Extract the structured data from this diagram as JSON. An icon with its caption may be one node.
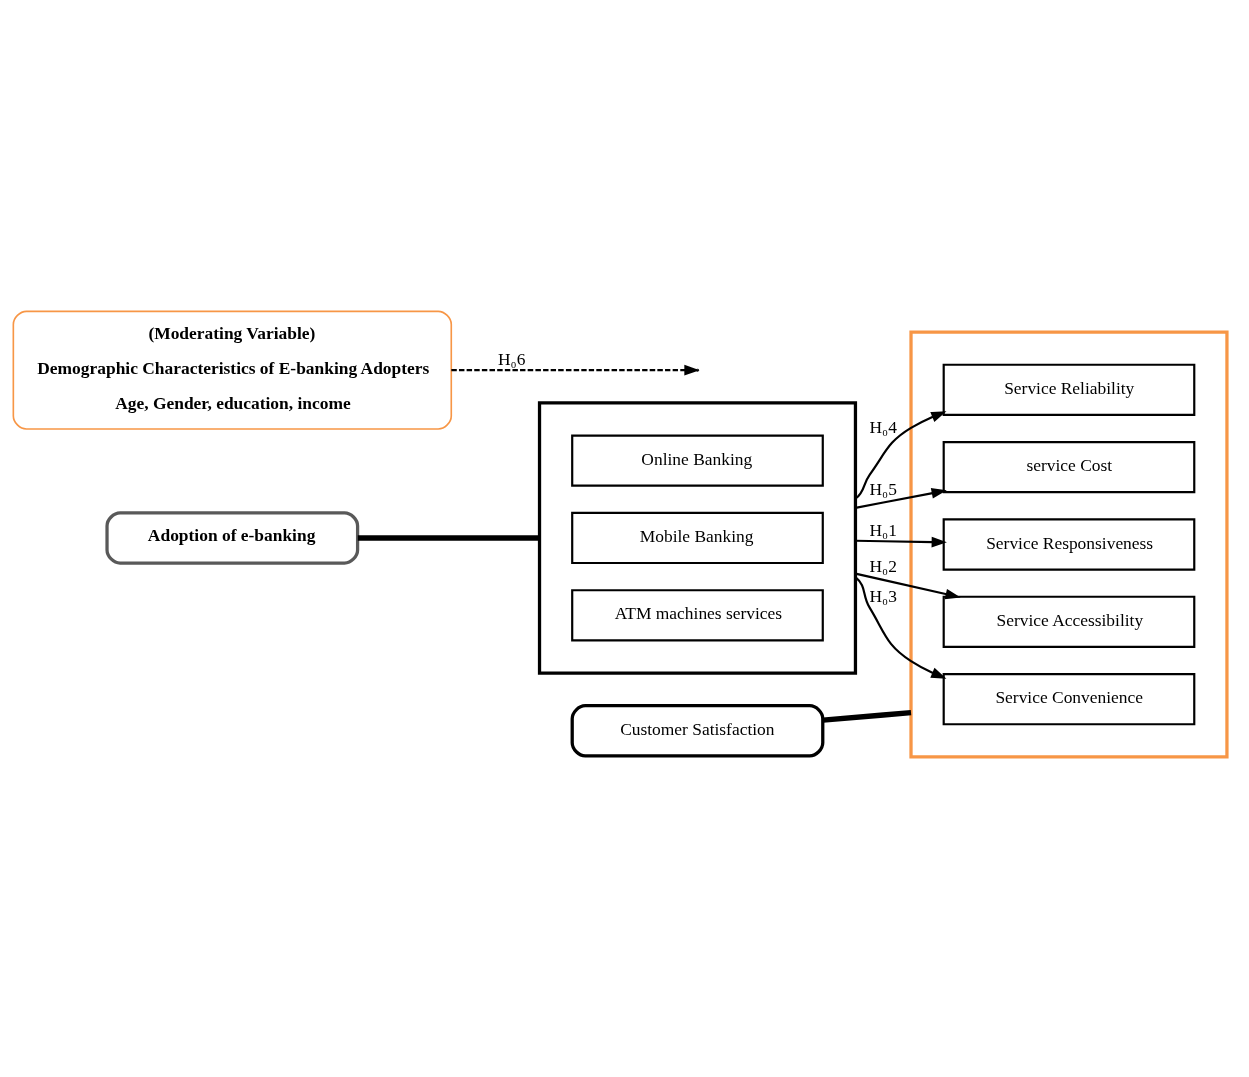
{
  "diagram": {
    "nodes": [
      {
        "text": [
          "Adoption of e-banking"
        ]
      },
      {
        "text": [
          "Customer Satisfaction"
        ]
      },
      {
        "text": [],
        "shape": "box"
      },
      {
        "text": [
          "Online Banking"
        ],
        "in": 2
      },
      {
        "text": [
          "Mobile Banking"
        ],
        "in": 2
      },
      {
        "text": [
          "ATM machines services"
        ],
        "in": 2
      },
      {
        "text": [],
        "shape": "box"
      },
      {
        "text": [
          "Service Responsiveness"
        ],
        "in": 6
      },
      {
        "text": [
          "Service Accessibility"
        ],
        "in": 6
      },
      {
        "text": [
          "Service Convenience"
        ],
        "in": 6
      },
      {
        "text": [
          "Service Reliability"
        ],
        "in": 6
      },
      {
        "text": [
          "service Cost"
        ],
        "in": 6
      },
      {
        "text": [
          "(Moderating Variable)",
          "Demographic Characteristics of E-banking Adopters",
          "Age, Gender, education, income"
        ]
      }
    ],
    "edges": [
      {
        "from": 0,
        "to": 2,
        "arrow": "none",
        "style": "thick"
      },
      {
        "from": 1,
        "to": 6,
        "arrow": "none",
        "style": "thick"
      },
      {
        "from": 2,
        "to": 7,
        "arrow": "to",
        "label": "H₀1"
      },
      {
        "from": 2,
        "to": 8,
        "arrow": "to",
        "label": "H₀2"
      },
      {
        "from": 2,
        "to": 9,
        "arrow": "to",
        "label": "H₀3"
      },
      {
        "from": 2,
        "to": 10,
        "arrow": "to",
        "label": "H₀4"
      },
      {
        "from": 2,
        "to": 11,
        "arrow": "to",
        "label": "H₀5"
      },
      {
        "from": 12,
        "to": null,
        "arrow": "to",
        "label": "H₀6",
        "style": "dashed"
      }
    ]
  }
}
